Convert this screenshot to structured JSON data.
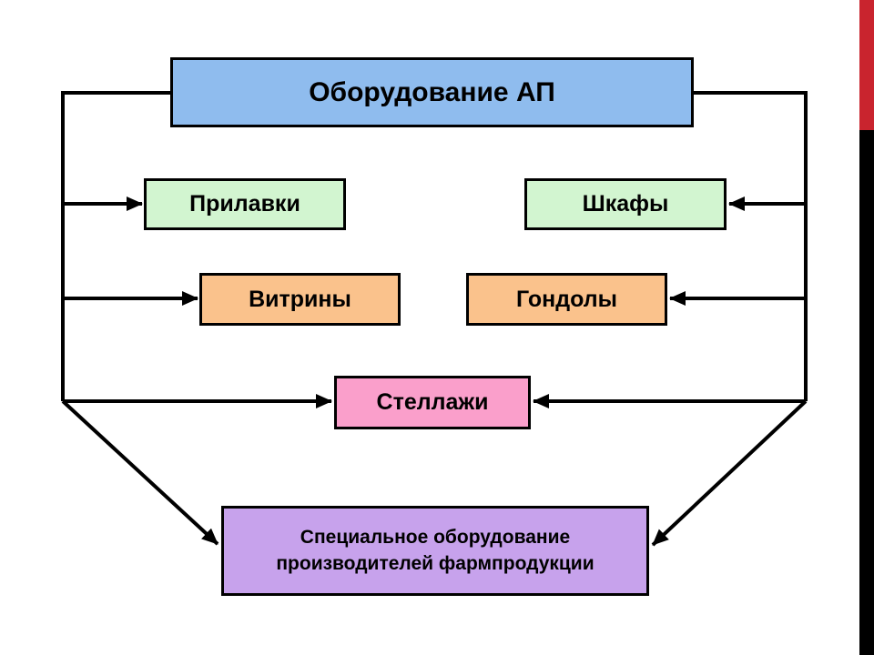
{
  "slide": {
    "background": "#FFFFFF",
    "type": "hierarchy-diagram"
  },
  "nodes": {
    "root": {
      "label": "Оборудование АП",
      "fill": "#8FBCEE"
    },
    "prilavki": {
      "label": "Прилавки",
      "fill": "#D2F5D0"
    },
    "shkafy": {
      "label": "Шкафы",
      "fill": "#D2F5D0"
    },
    "vitriny": {
      "label": "Витрины",
      "fill": "#FAC28C"
    },
    "gondoly": {
      "label": "Гондолы",
      "fill": "#FAC28C"
    },
    "stellazhi": {
      "label": "Стеллажи",
      "fill": "#FA9FCB"
    },
    "special": {
      "label": "Специальное оборудование производителей фармпродукции",
      "fill": "#C7A2EC"
    }
  },
  "edges": [
    {
      "from": "root",
      "to": "prilavki"
    },
    {
      "from": "root",
      "to": "shkafy"
    },
    {
      "from": "root",
      "to": "vitriny"
    },
    {
      "from": "root",
      "to": "gondoly"
    },
    {
      "from": "root",
      "to": "stellazhi"
    },
    {
      "from": "root",
      "to": "special"
    }
  ],
  "decor": {
    "stripe_red": "#C9242E",
    "stripe_black": "#000000",
    "connector_color": "#000000"
  }
}
